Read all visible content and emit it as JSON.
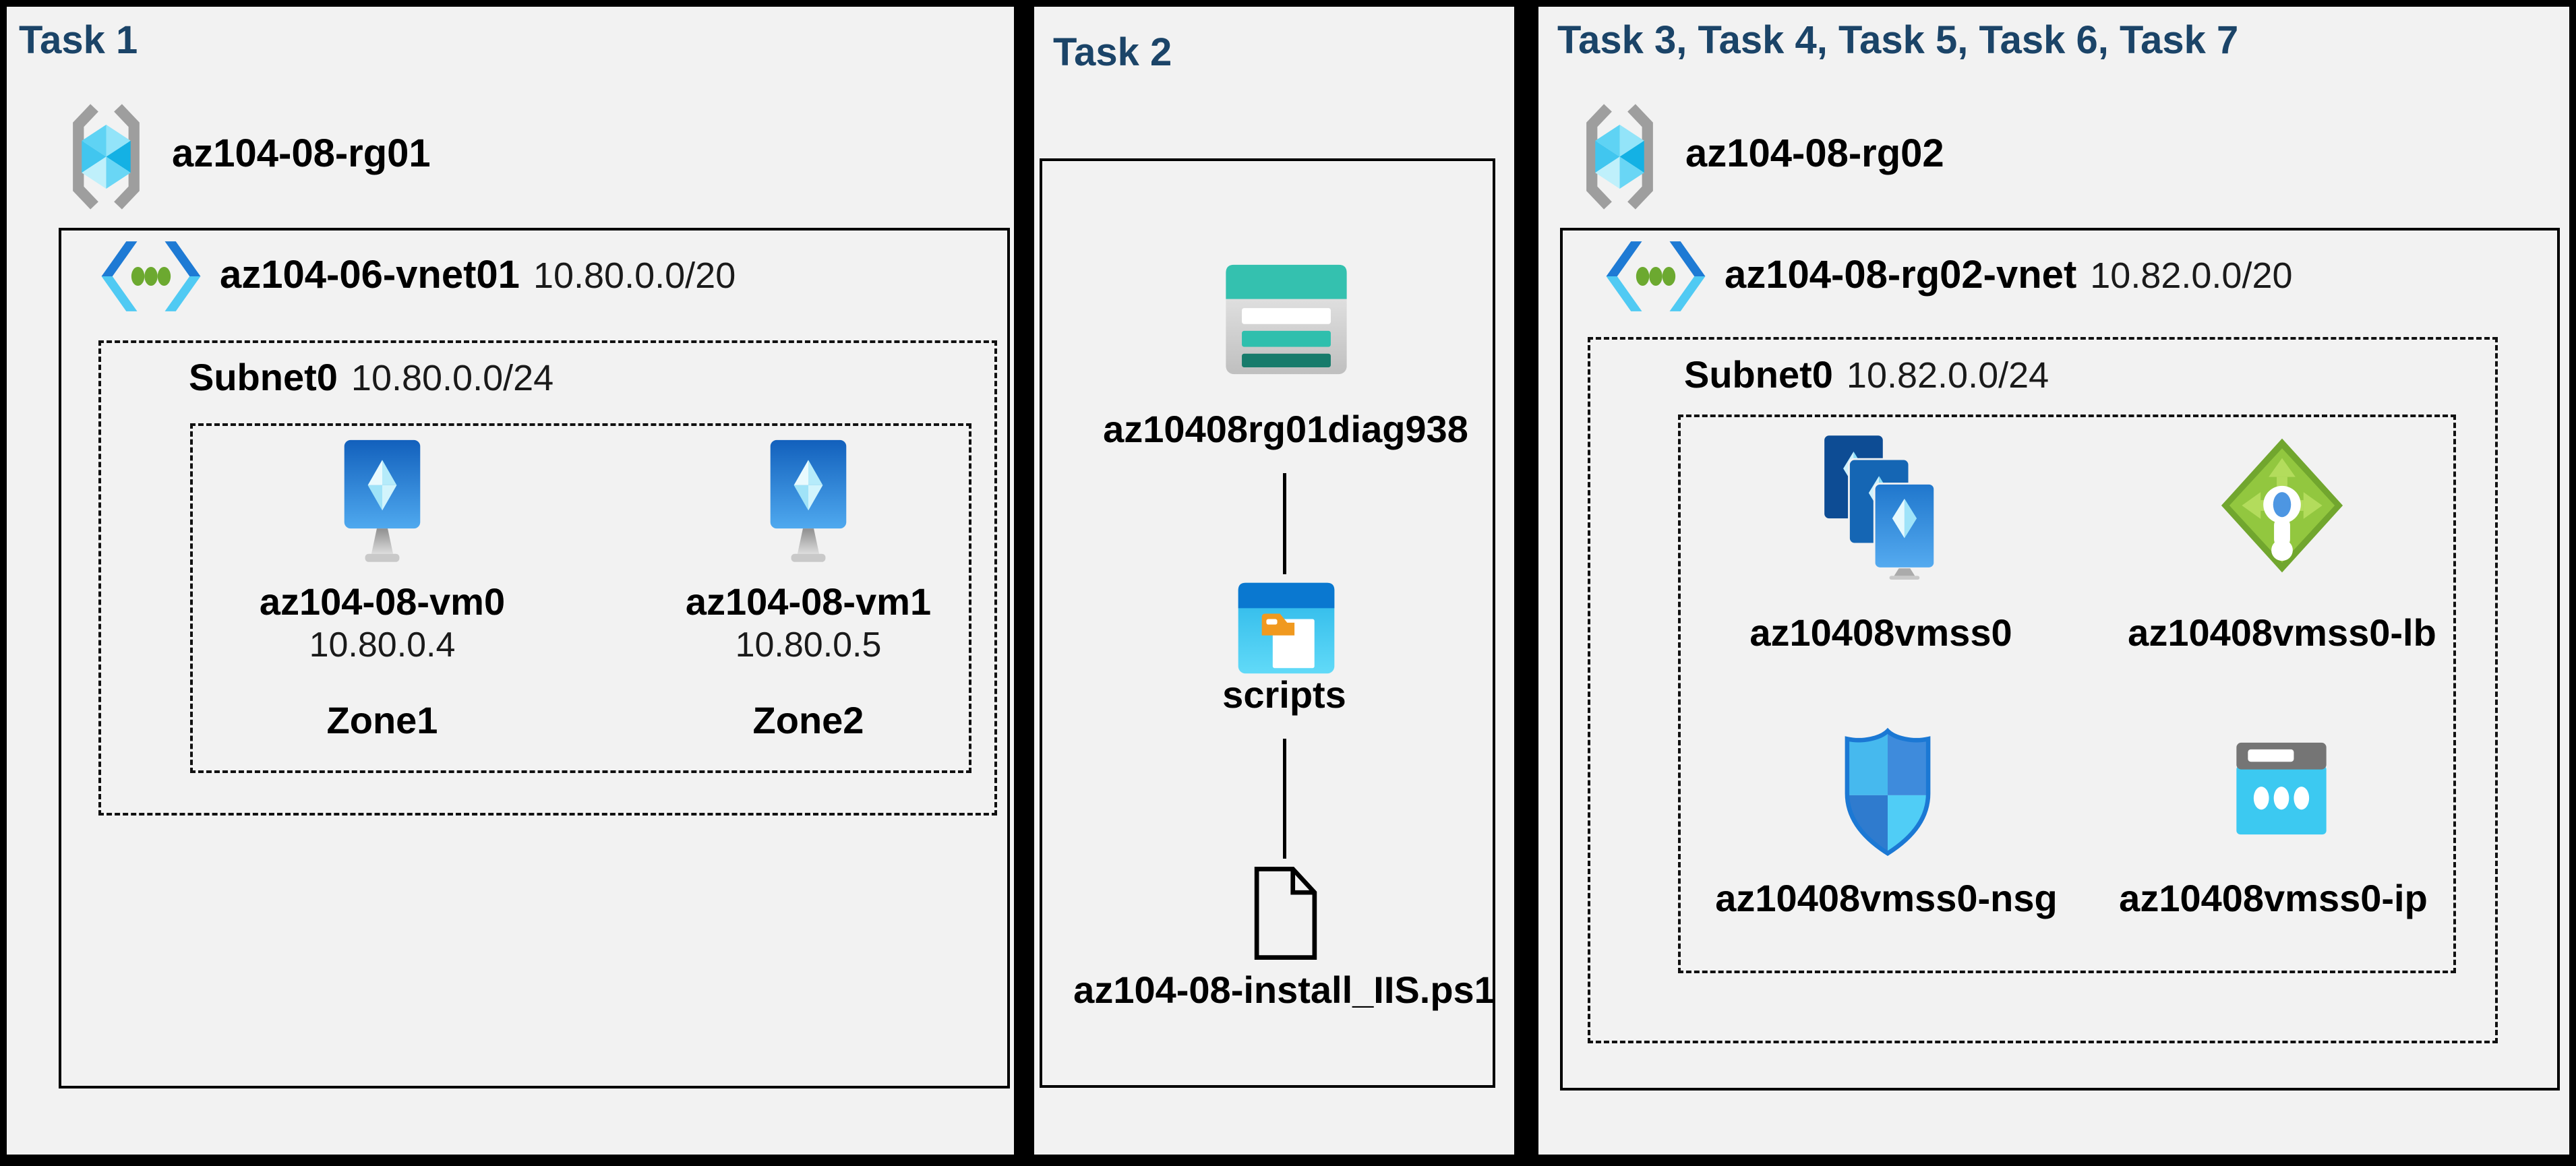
{
  "colors": {
    "title": "#1B4468",
    "background": "#000000",
    "panel": "#F2F2F2",
    "azure_blue": "#1E7AD4",
    "azure_cyan": "#50CAF3",
    "teal": "#34C1AF",
    "green": "#92C73F",
    "orange": "#F0991F"
  },
  "icons": {
    "resource_group": "gray-brackets-with-cyan-cube",
    "virtual_network": "blue-chevrons-with-green-dots",
    "virtual_machine": "blue-monitor-with-crystal",
    "storage_account": "teal-striped-card",
    "blob_container": "blue-window-with-orange-folder",
    "script_file": "outlined-document-folded-corner",
    "vm_scale_set": "three-stacked-blue-monitors",
    "load_balancer": "green-diamond-with-arrows",
    "network_security_group": "blue-quadrant-shield",
    "public_ip": "cyan-card-with-gray-header-dots"
  },
  "panels": [
    {
      "title": "Task 1",
      "resource_group": {
        "name": "az104-08-rg01"
      },
      "vnet": {
        "name": "az104-06-vnet01",
        "cidr": "10.80.0.0/20"
      },
      "subnet": {
        "name": "Subnet0",
        "cidr": "10.80.0.0/24"
      },
      "vms": [
        {
          "name": "az104-08-vm0",
          "ip": "10.80.0.4",
          "zone": "Zone1"
        },
        {
          "name": "az104-08-vm1",
          "ip": "10.80.0.5",
          "zone": "Zone2"
        }
      ]
    },
    {
      "title": "Task 2",
      "storage_account": {
        "name": "az10408rg01diag938"
      },
      "container": {
        "name": "scripts"
      },
      "script_file": {
        "name": "az104-08-install_IIS.ps1"
      }
    },
    {
      "title": "Task 3, Task 4, Task 5, Task 6, Task 7",
      "resource_group": {
        "name": "az104-08-rg02"
      },
      "vnet": {
        "name": "az104-08-rg02-vnet",
        "cidr": "10.82.0.0/20"
      },
      "subnet": {
        "name": "Subnet0",
        "cidr": "10.82.0.0/24"
      },
      "resources": [
        {
          "name": "az10408vmss0",
          "type": "vm-scale-set"
        },
        {
          "name": "az10408vmss0-lb",
          "type": "load-balancer"
        },
        {
          "name": "az10408vmss0-nsg",
          "type": "network-security-group"
        },
        {
          "name": "az10408vmss0-ip",
          "type": "public-ip"
        }
      ]
    }
  ]
}
